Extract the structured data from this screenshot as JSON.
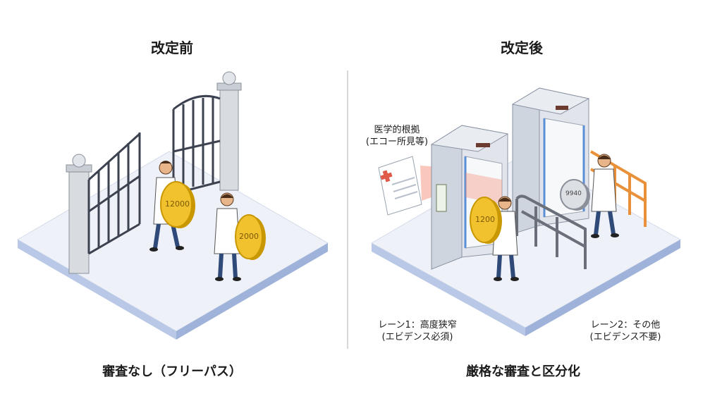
{
  "left_panel": {
    "title": "改定前",
    "caption": "審査なし（フリーパス）",
    "coin_1": "12000",
    "coin_2": "2000"
  },
  "right_panel": {
    "title": "改定後",
    "caption": "厳格な審査と区分化",
    "evidence_label_line1": "医学的根拠",
    "evidence_label_line2": "(エコー所見等)",
    "lane1_line1": "レーン1：高度狭窄",
    "lane1_line2": "(エビデンス必須)",
    "lane2_line1": "レーン2：その他",
    "lane2_line2": "(エビデンス不要)",
    "coin_1": "1200",
    "coin_2": "9940"
  },
  "colors": {
    "platform_top": "#eef1f7",
    "platform_edge": "#b9c8e6",
    "gate_metal": "#3d4250",
    "pillar": "#d8dbe0",
    "coin": "#f2c12e",
    "coin_edge": "#c99700",
    "scanner": "#cfd5de",
    "scanner_blue": "#5a8fd6",
    "beam": "#f2836b",
    "orange_rail": "#e8913a",
    "divider": "#cccccc"
  }
}
